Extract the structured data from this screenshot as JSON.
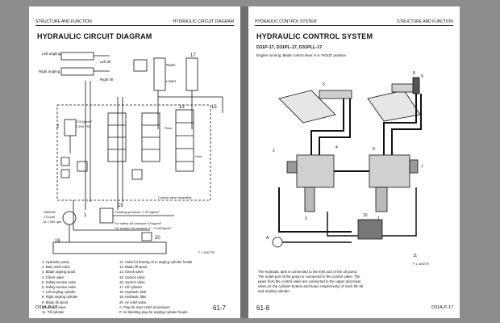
{
  "left_page": {
    "header_left": "STRUCTURE AND FUNCTION",
    "header_right": "HYDRAULIC CIRCUIT DIAGRAM",
    "title": "HYDRAULIC CIRCUIT DIAGRAM",
    "diagram_labels": {
      "left_angling": "Left angling",
      "right_angling": "Right angling",
      "left_tilt": "Left tilt",
      "right_tilt": "Right tilt",
      "raise": "Raise",
      "lower": "Lower",
      "float": "Float",
      "hold": "Hold",
      "pressure_main": "175 kg/cm²",
      "pressure_main_psi": "2,490 PSI",
      "control_valve_assembly": "Control valve assembly",
      "cracking_pressure": "Cracking pressure: 1.05 kg/cm²",
      "for_safety": "For safety: Air pressure 0.8 kg/cm²",
      "for_suction": "For suction: Air pressure 0 ~ 0.249 kg/cm²",
      "pump_model": "SAR040",
      "pump_rpm": "2TC440",
      "pump_flow": "at 2,350 rpm",
      "ref": "F 1 44077R",
      "num_1": "1",
      "num_2": "2",
      "num_3": "3",
      "num_11": "11",
      "num_12": "12",
      "num_13": "13",
      "num_15": "15",
      "num_16": "16",
      "num_17": "17",
      "num_18": "18",
      "num_19": "19",
      "num_20": "20"
    },
    "legend_col1": [
      "1. Hydraulic pump",
      "2. Main relief valve",
      "3. Blade angling spool",
      "4. Check valve",
      "5. Safety-suction valve",
      "6. Safety-suction valve",
      "7. Left angling cylinder",
      "8. Right angling cylinder",
      "9. Blade tilt spool",
      "10. Check valve",
      "11. Tilt cylinder"
    ],
    "legend_col2": [
      "12. Valve for flowing oil to angling cylinder heads",
      "13. Blade lift spool",
      "14. Check valve",
      "15. Suction valve",
      "16. Suction valve",
      "17. Lift cylinder",
      "18. Hydraulic tank",
      "19. Hydraulic filter",
      "20. Air relief valve",
      "A. Plug for main relief oil pressure",
      "P. Air bleeding plug for angling cylinder heads"
    ],
    "footer_model": "D31A,P-17",
    "page_number": "61-7"
  },
  "right_page": {
    "header_left": "HYDRAULIC CONTROL SYSTEM",
    "header_right": "STRUCTURE AND FUNCTION",
    "title": "HYDRAULIC CONTROL SYSTEM",
    "subtitle": "D31P-17, D31PL-17, D31PLL-17",
    "note": "Engine running, blade control lever is in 'HOLD' position",
    "num_1": "1",
    "num_2": "2",
    "num_3": "3",
    "num_4": "4",
    "num_5": "5",
    "num_6": "6",
    "num_7": "7",
    "num_8": "8",
    "num_9": "9",
    "num_10": "10",
    "num_11": "11",
    "num_a": "A",
    "ref": "F 1 44027R",
    "description": "The hydraulic tank is connected to the inlet port of the oil pump. The outlet port of the pump is connected to the control valve. The pipes from the control valve are connected to the upper and lower sides (or the cylinder bottom and head, respectively) of each lift, tilt and angling cylinder.",
    "footer_model": "D31A,P-17",
    "page_number": "61-8"
  }
}
